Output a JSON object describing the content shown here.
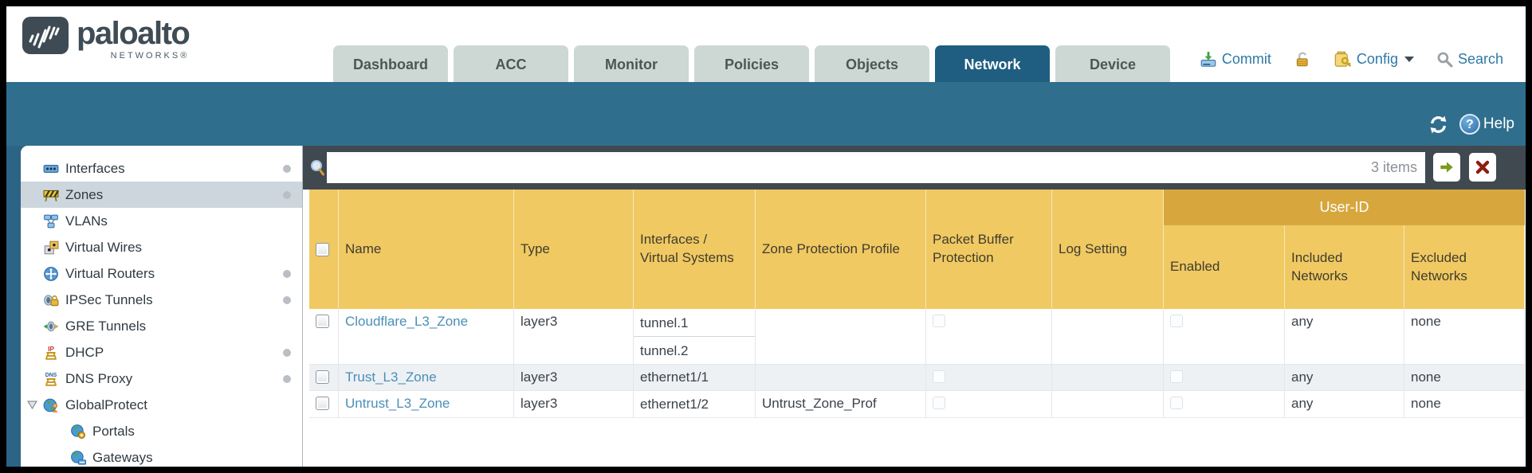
{
  "brand": {
    "word": "paloalto",
    "sub": "NETWORKS®",
    "logo_icon": "paloalto-logo-icon"
  },
  "nav_tabs": [
    {
      "label": "Dashboard",
      "active": false
    },
    {
      "label": "ACC",
      "active": false
    },
    {
      "label": "Monitor",
      "active": false
    },
    {
      "label": "Policies",
      "active": false
    },
    {
      "label": "Objects",
      "active": false
    },
    {
      "label": "Network",
      "active": true
    },
    {
      "label": "Device",
      "active": false
    }
  ],
  "utilities": {
    "commit_label": "Commit",
    "config_label": "Config",
    "search_label": "Search",
    "icons": [
      "commit-icon",
      "unlock-icon",
      "config-icon",
      "caret-down-icon",
      "search-icon"
    ]
  },
  "band": {
    "help_label": "Help",
    "icons": [
      "refresh-icon",
      "help-icon"
    ]
  },
  "filter": {
    "value": "",
    "placeholder": "",
    "items_count": "3 items",
    "icons": [
      "search-magnifier-icon",
      "apply-filter-arrow-icon",
      "clear-filter-x-icon"
    ]
  },
  "sidebar": {
    "items": [
      {
        "label": "Interfaces",
        "icon": "interfaces-icon",
        "dot": true,
        "selected": false
      },
      {
        "label": "Zones",
        "icon": "zones-icon",
        "dot": true,
        "selected": true
      },
      {
        "label": "VLANs",
        "icon": "vlans-icon",
        "dot": false,
        "selected": false
      },
      {
        "label": "Virtual Wires",
        "icon": "virtual-wires-icon",
        "dot": false,
        "selected": false
      },
      {
        "label": "Virtual Routers",
        "icon": "virtual-routers-icon",
        "dot": true,
        "selected": false
      },
      {
        "label": "IPSec Tunnels",
        "icon": "ipsec-tunnels-icon",
        "dot": true,
        "selected": false
      },
      {
        "label": "GRE Tunnels",
        "icon": "gre-tunnels-icon",
        "dot": false,
        "selected": false
      },
      {
        "label": "DHCP",
        "icon": "dhcp-icon",
        "dot": true,
        "selected": false
      },
      {
        "label": "DNS Proxy",
        "icon": "dns-proxy-icon",
        "dot": true,
        "selected": false
      },
      {
        "label": "GlobalProtect",
        "icon": "globalprotect-icon",
        "dot": false,
        "selected": false,
        "expanded": true
      },
      {
        "label": "Portals",
        "icon": "portals-icon",
        "dot": false,
        "selected": false,
        "child": true
      },
      {
        "label": "Gateways",
        "icon": "gateways-icon",
        "dot": false,
        "selected": false,
        "child": true
      }
    ]
  },
  "table": {
    "user_id_group": "User-ID",
    "columns": [
      "Name",
      "Type",
      "Interfaces / Virtual Systems",
      "Zone Protection Profile",
      "Packet Buffer Protection",
      "Log Setting",
      "Enabled",
      "Included Networks",
      "Excluded Networks"
    ],
    "rows": [
      {
        "name": "Cloudflare_L3_Zone",
        "type": "layer3",
        "interface1": "tunnel.1",
        "interface2": "tunnel.2",
        "zone_protection_profile": "",
        "log_setting": "",
        "included_networks": "any",
        "excluded_networks": "none"
      },
      {
        "name": "Trust_L3_Zone",
        "type": "layer3",
        "interface1": "ethernet1/1",
        "zone_protection_profile": "",
        "log_setting": "",
        "included_networks": "any",
        "excluded_networks": "none"
      },
      {
        "name": "Untrust_L3_Zone",
        "type": "layer3",
        "interface1": "ethernet1/2",
        "zone_protection_profile": "Untrust_Zone_Prof",
        "log_setting": "",
        "included_networks": "any",
        "excluded_networks": "none"
      }
    ]
  },
  "colors": {
    "teal_band": "#306e8e",
    "active_tab": "#1f5e80",
    "inactive_tab": "#cdd8d4",
    "filter_bar": "#40494f",
    "header_gold": "#f0c963",
    "user_id_band": "#d7a73e",
    "link_blue": "#4a8fb8",
    "selected_nav": "#cdd6dd"
  }
}
